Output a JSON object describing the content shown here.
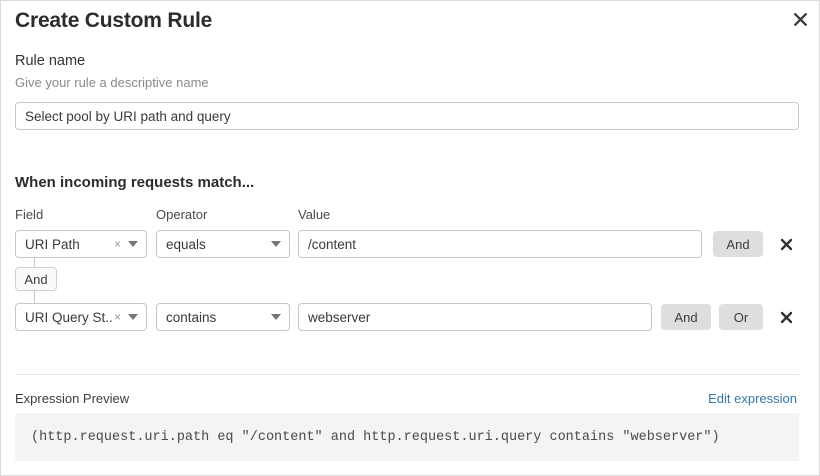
{
  "dialog": {
    "title": "Create Custom Rule",
    "close_label": "×"
  },
  "rule_name": {
    "label": "Rule name",
    "help": "Give your rule a descriptive name",
    "value": "Select pool by URI path and query",
    "placeholder": "Give your rule a descriptive name"
  },
  "conditions": {
    "heading": "When incoming requests match...",
    "columns": {
      "field": "Field",
      "operator": "Operator",
      "value": "Value"
    },
    "connector": {
      "label": "And"
    },
    "rows": [
      {
        "field": "URI Path",
        "field_clear": "×",
        "operator": "equals",
        "value": "/content",
        "and_label": "And",
        "remove_label": "×"
      },
      {
        "field": "URI Query St...",
        "field_clear": "×",
        "operator": "contains",
        "value": "webserver",
        "and_label": "And",
        "or_label": "Or",
        "remove_label": "×"
      }
    ]
  },
  "expression": {
    "label": "Expression Preview",
    "edit_link": "Edit expression",
    "code": "(http.request.uri.path eq \"/content\" and http.request.uri.query contains \"webserver\")"
  },
  "colors": {
    "link": "#3677a8",
    "button_bg": "#dedede",
    "code_bg": "#f4f4f4",
    "border": "#c7c7c7"
  }
}
